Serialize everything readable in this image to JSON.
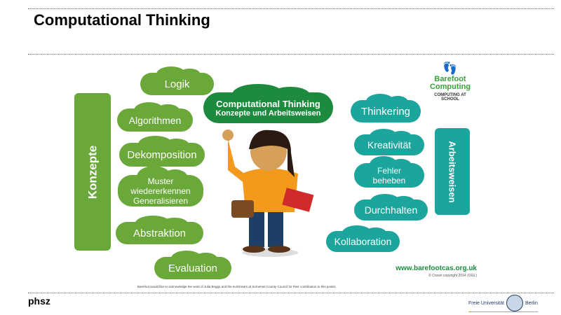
{
  "slide": {
    "title": "Computational Thinking"
  },
  "poster": {
    "center_title": "Computational Thinking",
    "center_subtitle": "Konzepte und Arbeitsweisen",
    "concepts_label": "Konzepte",
    "concepts": [
      "Logik",
      "Algorithmen",
      "Dekomposition",
      "Muster wiedererkennen Generalisieren",
      "Abstraktion",
      "Evaluation"
    ],
    "practices_label": "Arbeitsweisen",
    "practices": [
      "Thinkering",
      "Kreativität",
      "Fehler beheben",
      "Durchhalten",
      "Kollaboration"
    ],
    "logo": "Barefoot Computing",
    "logo_sub": "COMPUTING AT SCHOOL",
    "url": "www.barefootcas.org.uk",
    "copyright": "© Crown copyright 2014 (OGL)",
    "acknowledgement": "Barefoot would like to acknowledge the work of Julia Briggs and the eLIM team at Somerset County Council for their contribution to this poster.",
    "colors": {
      "green": "#6aa83a",
      "dark_green": "#1e8a3e",
      "teal": "#1ba59c"
    }
  },
  "footer": {
    "left_logo": "phsz",
    "right_logo_left": "Freie Universität",
    "right_logo_right": "Berlin"
  }
}
